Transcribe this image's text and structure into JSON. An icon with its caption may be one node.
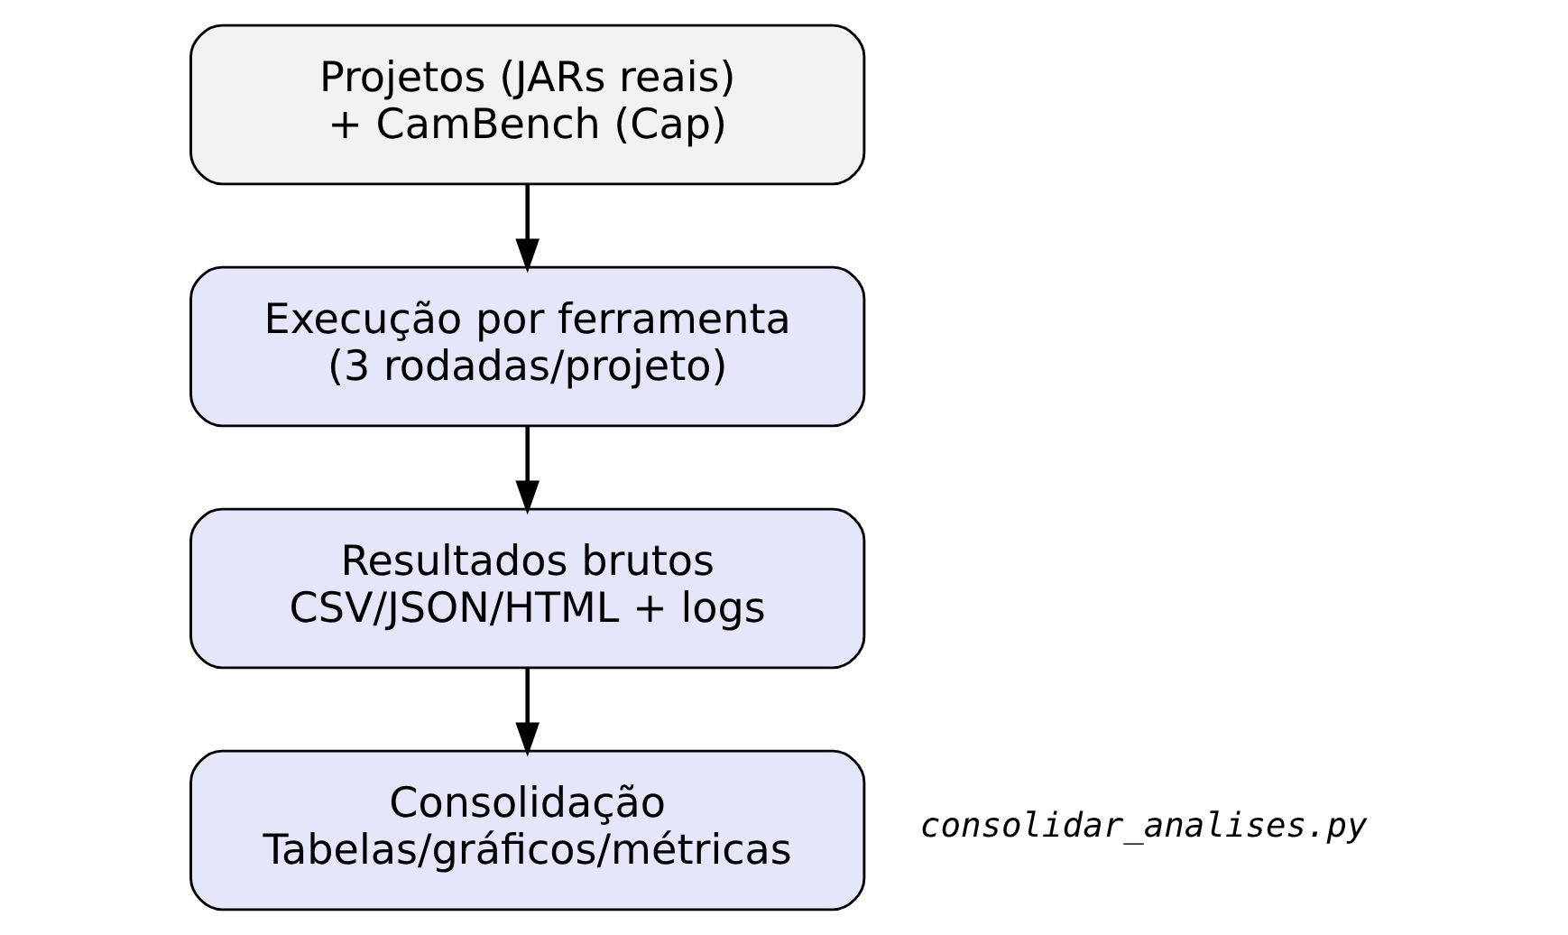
{
  "diagram": {
    "nodes": [
      {
        "text": [
          "Projetos (JARs reais)",
          "+ CamBench (Cap)"
        ]
      },
      {
        "text": [
          "Execução por ferramenta",
          "(3 rodadas/projeto)"
        ]
      },
      {
        "text": [
          "Resultados brutos",
          "CSV/JSON/HTML + logs"
        ]
      },
      {
        "text": [
          "Consolidação",
          "Tabelas/gráficos/métricas"
        ],
        "beside": [
          "consolidar_analises.py"
        ]
      }
    ],
    "edges": [
      {
        "from": 0,
        "to": 1,
        "arrow": "to"
      },
      {
        "from": 1,
        "to": 2,
        "arrow": "to"
      },
      {
        "from": 2,
        "to": 3,
        "arrow": "to"
      }
    ]
  }
}
